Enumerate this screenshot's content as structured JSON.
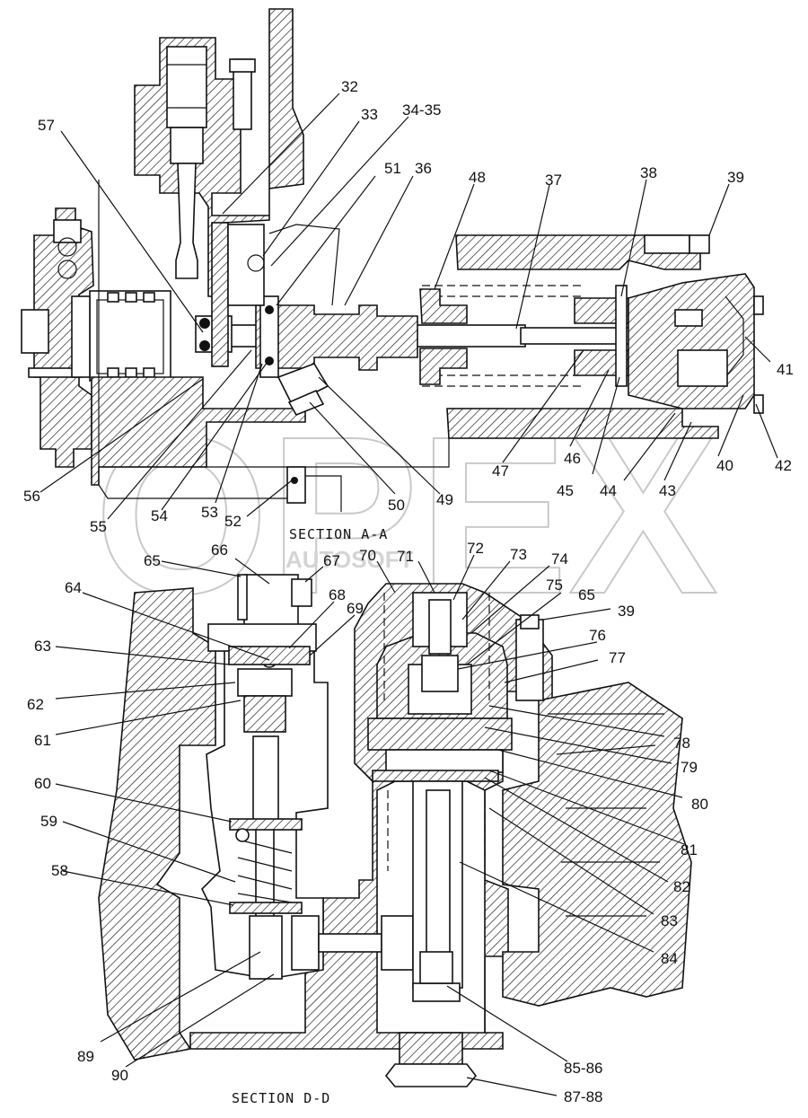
{
  "sections": [
    {
      "id": "section-a-a",
      "title": "SECTION A-A"
    },
    {
      "id": "section-d-d",
      "title": "SECTION D-D"
    }
  ],
  "watermark": {
    "large": "OPEX",
    "small": "AUTOSOFT"
  },
  "labels": {
    "l32": "32",
    "l33": "33",
    "l34_35": "34-35",
    "l57": "57",
    "l51": "51",
    "l36": "36",
    "l48": "48",
    "l37": "37",
    "l38": "38",
    "l39a": "39",
    "l41": "41",
    "l42": "42",
    "l40": "40",
    "l43": "43",
    "l44": "44",
    "l45": "45",
    "l46": "46",
    "l47": "47",
    "l49": "49",
    "l50": "50",
    "l52": "52",
    "l53": "53",
    "l54": "54",
    "l55": "55",
    "l56": "56",
    "l65a": "65",
    "l66": "66",
    "l67": "67",
    "l70": "70",
    "l71": "71",
    "l72": "72",
    "l73": "73",
    "l74": "74",
    "l75": "75",
    "l65b": "65",
    "l39b": "39",
    "l76": "76",
    "l77": "77",
    "l64": "64",
    "l68": "68",
    "l69": "69",
    "l63": "63",
    "l62": "62",
    "l61": "61",
    "l78": "78",
    "l79": "79",
    "l80": "80",
    "l60": "60",
    "l81": "81",
    "l59": "59",
    "l82": "82",
    "l58": "58",
    "l83": "83",
    "l84": "84",
    "l89": "89",
    "l90": "90",
    "l85_86": "85-86",
    "l87_88": "87-88"
  }
}
